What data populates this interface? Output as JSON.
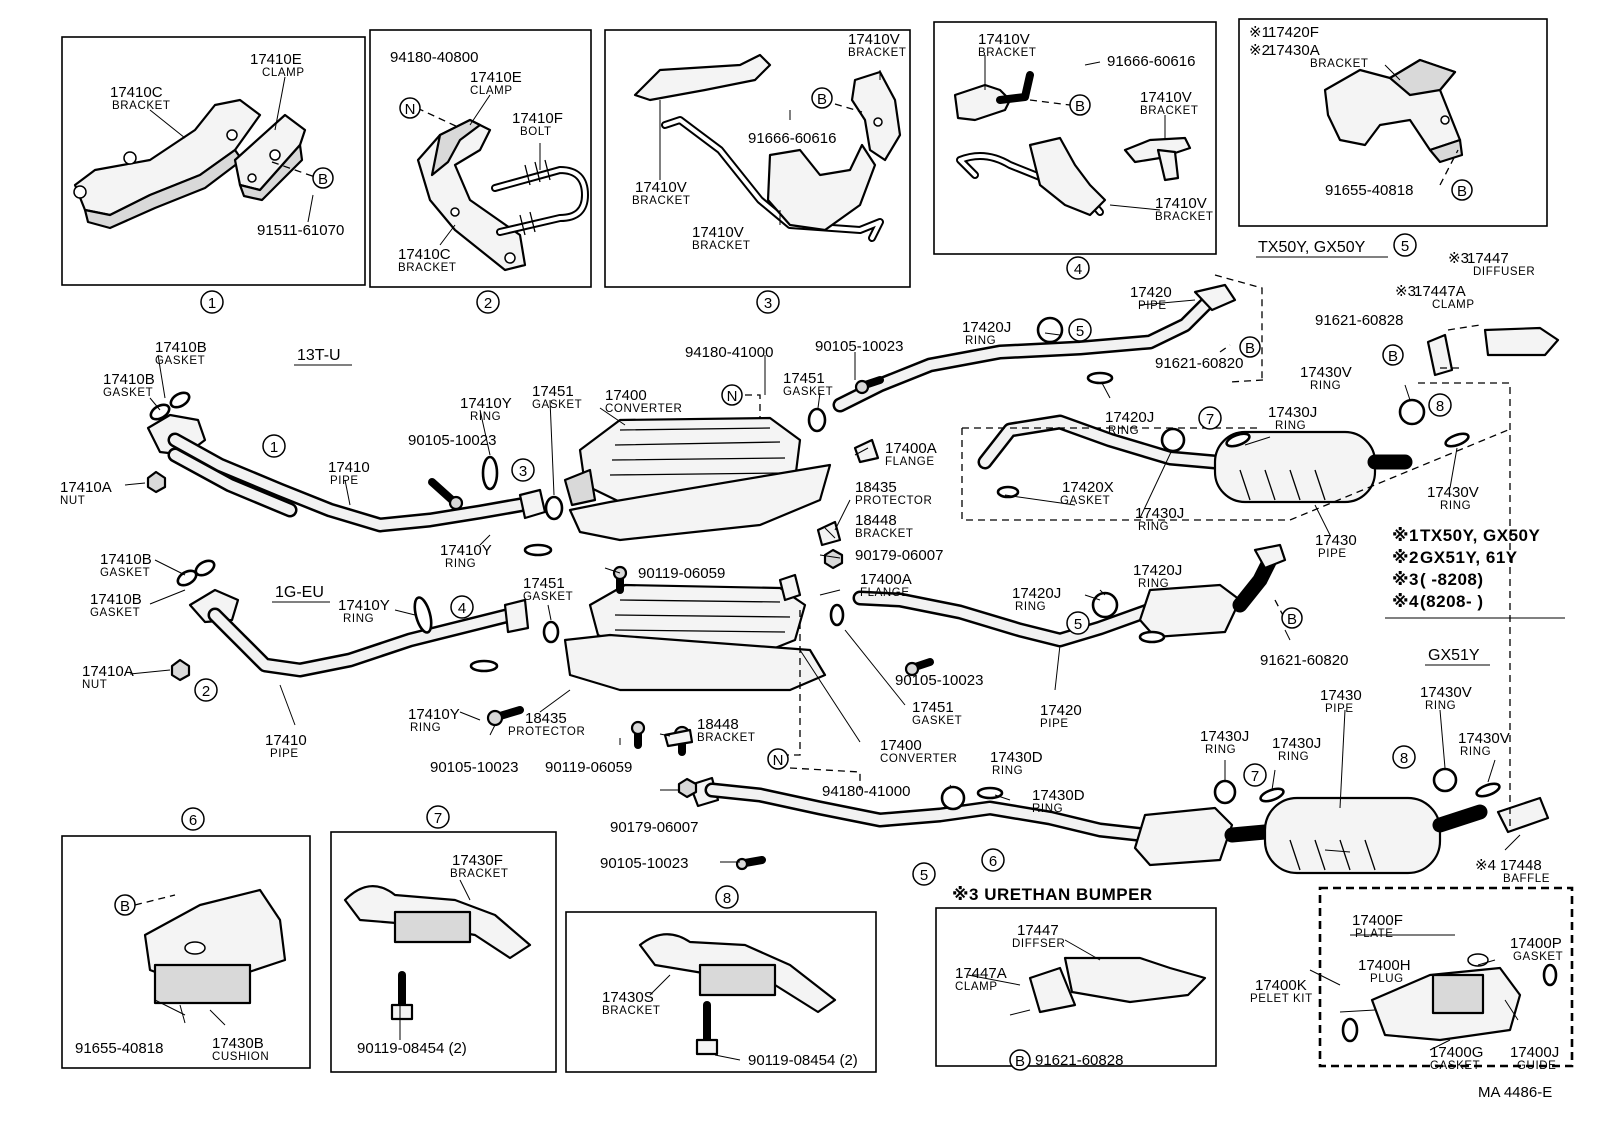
{
  "codes": {
    "c1": "17410C",
    "c2": "17410E",
    "c3": "91511-61070",
    "c4": "94180-40800",
    "c5": "17410F",
    "c6": "17410V",
    "c7": "91666-60616",
    "c8": "17420F",
    "c9": "17430A",
    "c10": "91655-40818",
    "c11": "17447",
    "c12": "17447A",
    "c13": "91621-60828",
    "c14": "17410B",
    "c15": "17410A",
    "c16": "17410",
    "c17": "17410Y",
    "c18": "17451",
    "c19": "17400",
    "c20": "94180-41000",
    "c21": "90105-10023",
    "c22": "17400A",
    "c23": "18435",
    "c24": "18448",
    "c25": "90179-06007",
    "c26": "90119-06059",
    "c27": "17420",
    "c28": "17420J",
    "c29": "91621-60820",
    "c30": "17430V",
    "c31": "17430J",
    "c32": "17420X",
    "c33": "17430",
    "c34": "17430D",
    "c35": "17448",
    "c36": "17430F",
    "c37": "90119-08454 (2)",
    "c38": "17430S",
    "c39": "17430B",
    "c40": "17400F",
    "c41": "17400P",
    "c42": "17400H",
    "c43": "17400K",
    "c44": "17400G",
    "c45": "17400J",
    "c46": "MA 4486-E"
  },
  "names": {
    "n1": "BRACKET",
    "n2": "CLAMP",
    "n3": "BOLT",
    "n4": "DIFFUSER",
    "n5": "GASKET",
    "n6": "NUT",
    "n7": "PIPE",
    "n8": "RING",
    "n9": "CONVERTER",
    "n10": "FLANGE",
    "n11": "PROTECTOR",
    "n12": "BAFFLE",
    "n13": "CUSHION",
    "n14": "DIFFSER",
    "n15": "PLATE",
    "n16": "PLUG",
    "n17": "PELET KIT",
    "n18": "GUIDE"
  },
  "headings": {
    "h1": "13T-U",
    "h2": "1G-EU",
    "h3": "TX50Y, GX50Y",
    "h4": "GX51Y",
    "h5": "※3  URETHAN  BUMPER"
  },
  "notes": {
    "m1": "※1",
    "m2": "※2",
    "m3": "※3",
    "m4": "※4",
    "s1": "TX50Y, GX50Y",
    "s2": "GX51Y, 61Y",
    "s3": "(          -8208)",
    "s4": "(8208-          )"
  },
  "refs": {
    "r1": "1",
    "r2": "2",
    "r3": "3",
    "r4": "4",
    "r5": "5",
    "r6": "6",
    "r7": "7",
    "r8": "8",
    "b": "B",
    "n": "N"
  }
}
